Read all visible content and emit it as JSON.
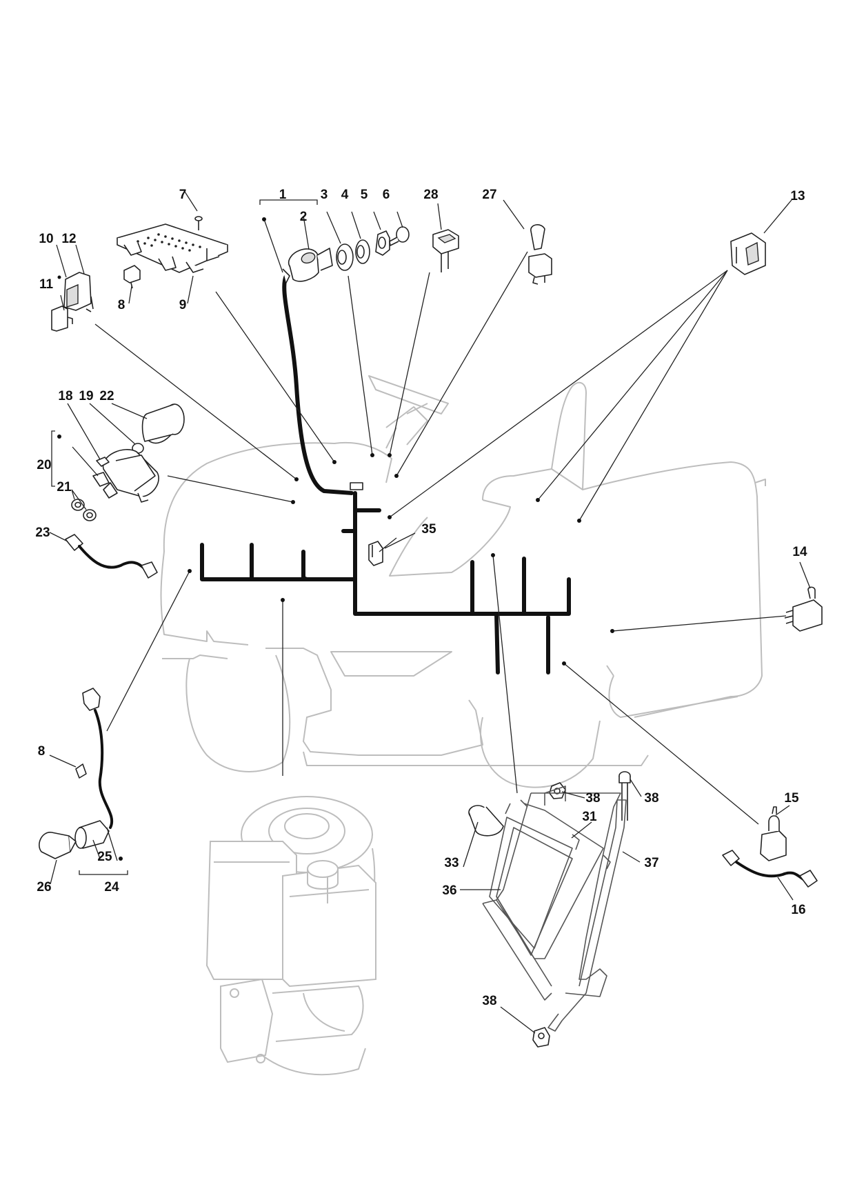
{
  "diagram": {
    "labels": {
      "l1": "1",
      "l2": "2",
      "l3": "3",
      "l4": "4",
      "l5": "5",
      "l6": "6",
      "l7": "7",
      "l8a": "8",
      "l8b": "8",
      "l9": "9",
      "l10": "10",
      "l11": "11",
      "l12": "12",
      "l13": "13",
      "l14": "14",
      "l15": "15",
      "l16": "16",
      "l18": "18",
      "l19": "19",
      "l20": "20",
      "l21": "21",
      "l22": "22",
      "l23": "23",
      "l24": "24",
      "l25": "25",
      "l26": "26",
      "l27": "27",
      "l28": "28",
      "l31": "31",
      "l33": "33",
      "l35": "35",
      "l36": "36",
      "l37": "37",
      "l38a": "38",
      "l38b": "38",
      "l38c": "38"
    }
  }
}
